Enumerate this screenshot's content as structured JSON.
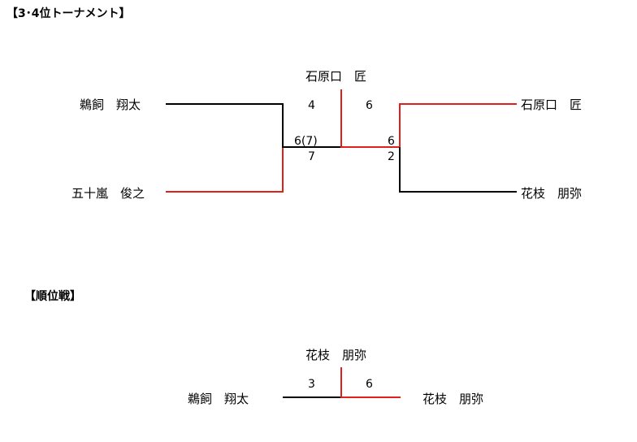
{
  "colors": {
    "line": "#000000",
    "winner_line": "#e0201b"
  },
  "third_place": {
    "heading": "【3･4位トーナメント】",
    "champion": "石原口　匠",
    "left_top": "鵜飼　翔太",
    "left_bottom": "五十嵐　俊之",
    "right_top": "石原口　匠",
    "right_bottom": "花枝　朋弥",
    "final_left_score": "4",
    "final_right_score": "6",
    "semi_left_top_score": "6(7)",
    "semi_left_bottom_score": "7",
    "semi_right_top_score": "6",
    "semi_right_bottom_score": "2"
  },
  "ranking": {
    "heading": "【順位戦】",
    "winner": "花枝　朋弥",
    "left_player": "鵜飼　翔太",
    "right_player": "花枝　朋弥",
    "left_score": "3",
    "right_score": "6"
  }
}
